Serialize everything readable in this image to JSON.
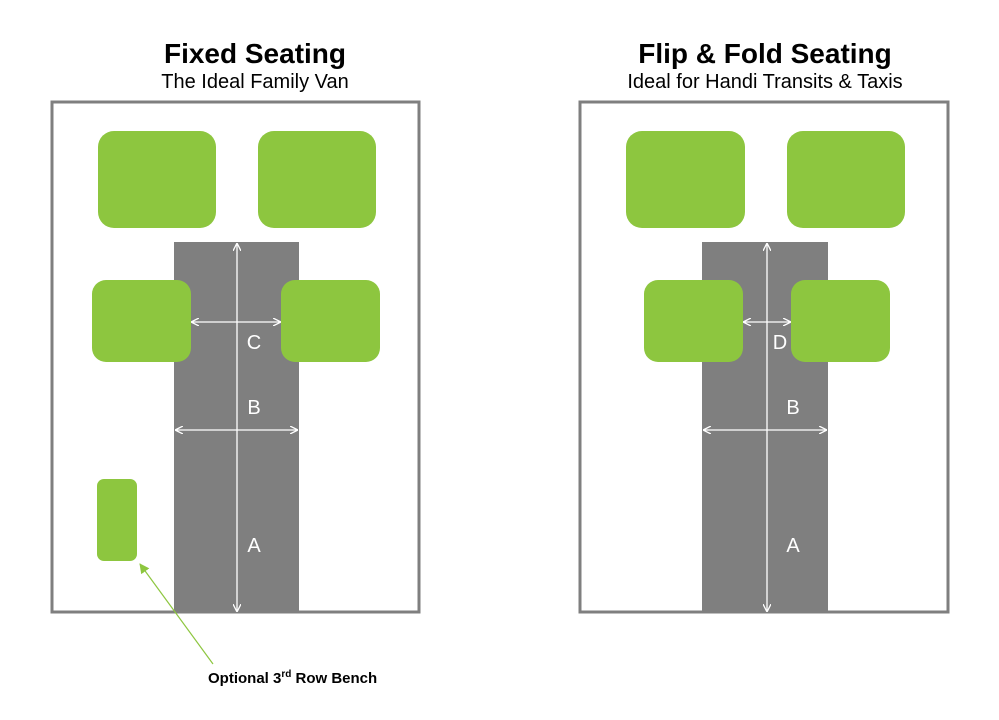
{
  "left_panel": {
    "title": "Fixed Seating",
    "subtitle": "The Ideal Family Van",
    "labels": {
      "a": "A",
      "b": "B",
      "c": "C"
    }
  },
  "right_panel": {
    "title": "Flip & Fold Seating",
    "subtitle": "Ideal for Handi Transits & Taxis",
    "labels": {
      "a": "A",
      "b": "B",
      "d": "D"
    }
  },
  "callout": {
    "prefix": "Optional 3",
    "sup": "rd",
    "suffix": " Row Bench"
  },
  "colors": {
    "seat": "#8dc63f",
    "aisle": "#7f7f7f",
    "border": "#7f7f7f",
    "arrow": "#ffffff"
  }
}
